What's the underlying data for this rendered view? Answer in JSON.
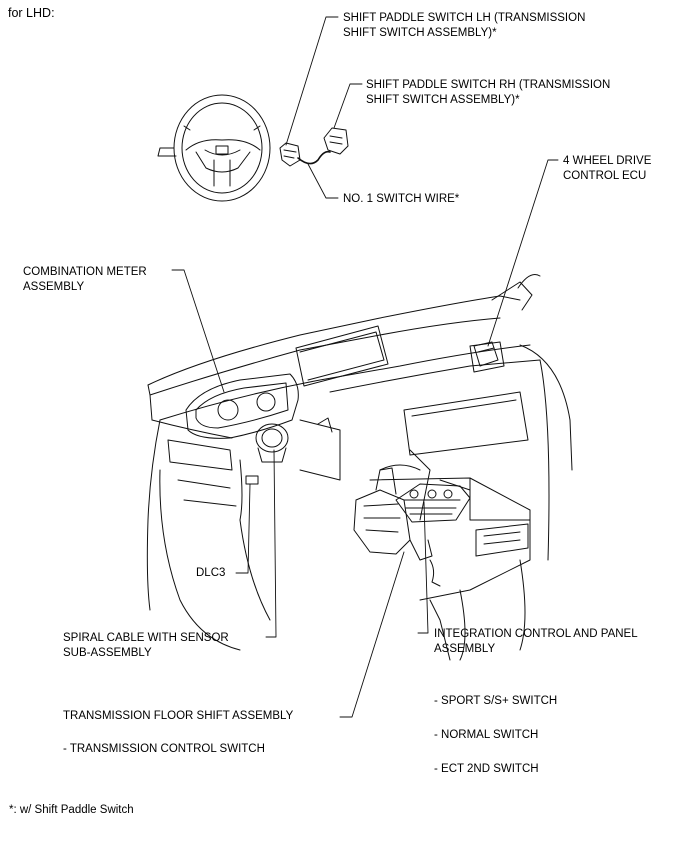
{
  "header": {
    "variant": "for LHD:"
  },
  "labels": {
    "paddle_lh": "SHIFT PADDLE SWITCH LH (TRANSMISSION\nSHIFT SWITCH ASSEMBLY)*",
    "paddle_rh": "SHIFT PADDLE SWITCH RH (TRANSMISSION\nSHIFT SWITCH ASSEMBLY)*",
    "switch_wire": "NO. 1 SWITCH WIRE*",
    "ecu_4wd": "4 WHEEL DRIVE\nCONTROL ECU",
    "combination_meter": "COMBINATION METER\nASSEMBLY",
    "dlc3": "DLC3",
    "spiral_cable": "SPIRAL CABLE WITH SENSOR\nSUB-ASSEMBLY",
    "integration_panel": "INTEGRATION CONTROL AND PANEL\nASSEMBLY",
    "sport_switch": "- SPORT S/S+ SWITCH",
    "floor_shift": "TRANSMISSION FLOOR SHIFT ASSEMBLY",
    "normal_switch": "- NORMAL SWITCH",
    "transmission_control_switch": "- TRANSMISSION CONTROL SWITCH",
    "ect_2nd_switch": "- ECT 2ND SWITCH"
  },
  "footnote": "*: w/ Shift Paddle Switch"
}
